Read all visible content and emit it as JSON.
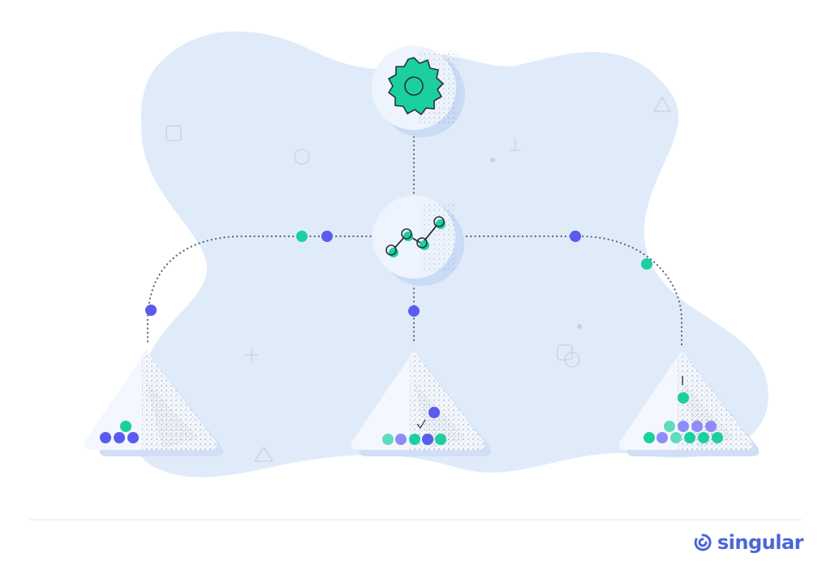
{
  "brand": {
    "name": "singular",
    "color": "#4a67d8"
  },
  "palette": {
    "blob": "#e0ebfa",
    "node_fill": "#eef4fd",
    "node_shadow": "#c9dbf7",
    "teal": "#1ccfa0",
    "blue": "#5b5bf0",
    "violet": "#8e8cf7",
    "mint": "#5fdcbf",
    "connector": "#5a6478",
    "outline": "#26303f"
  },
  "diagram": {
    "hub_top_icon": "gear-icon",
    "hub_middle_icon": "line-graph-icon",
    "branches": [
      {
        "id": "left",
        "icon": "funnel-icon",
        "tokens": [
          "blue",
          "blue",
          "blue",
          "teal"
        ]
      },
      {
        "id": "center",
        "icon": "funnel-icon",
        "tokens": [
          "mint",
          "violet",
          "teal",
          "teal",
          "blue",
          "teal",
          "blue"
        ]
      },
      {
        "id": "right",
        "icon": "funnel-icon",
        "tokens": [
          "teal",
          "violet",
          "mint",
          "teal",
          "teal",
          "teal",
          "mint",
          "violet",
          "violet",
          "violet",
          "teal"
        ]
      }
    ]
  }
}
